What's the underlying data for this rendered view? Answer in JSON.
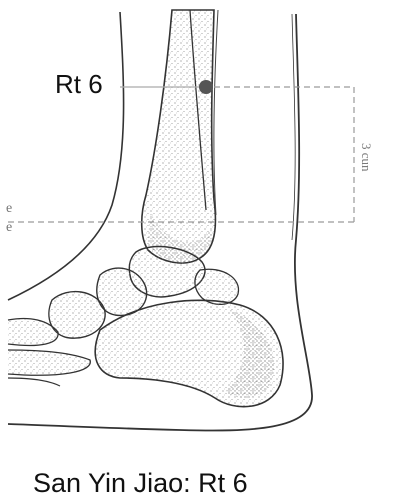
{
  "diagram": {
    "point_label": "Rt 6",
    "measure_label": "3 cun",
    "edge_letters": [
      "e",
      "e"
    ],
    "caption": "San Yin Jiao: Rt 6",
    "colors": {
      "point": "#555555",
      "ink": "#333333",
      "dashed": "#9a9a9a"
    }
  }
}
